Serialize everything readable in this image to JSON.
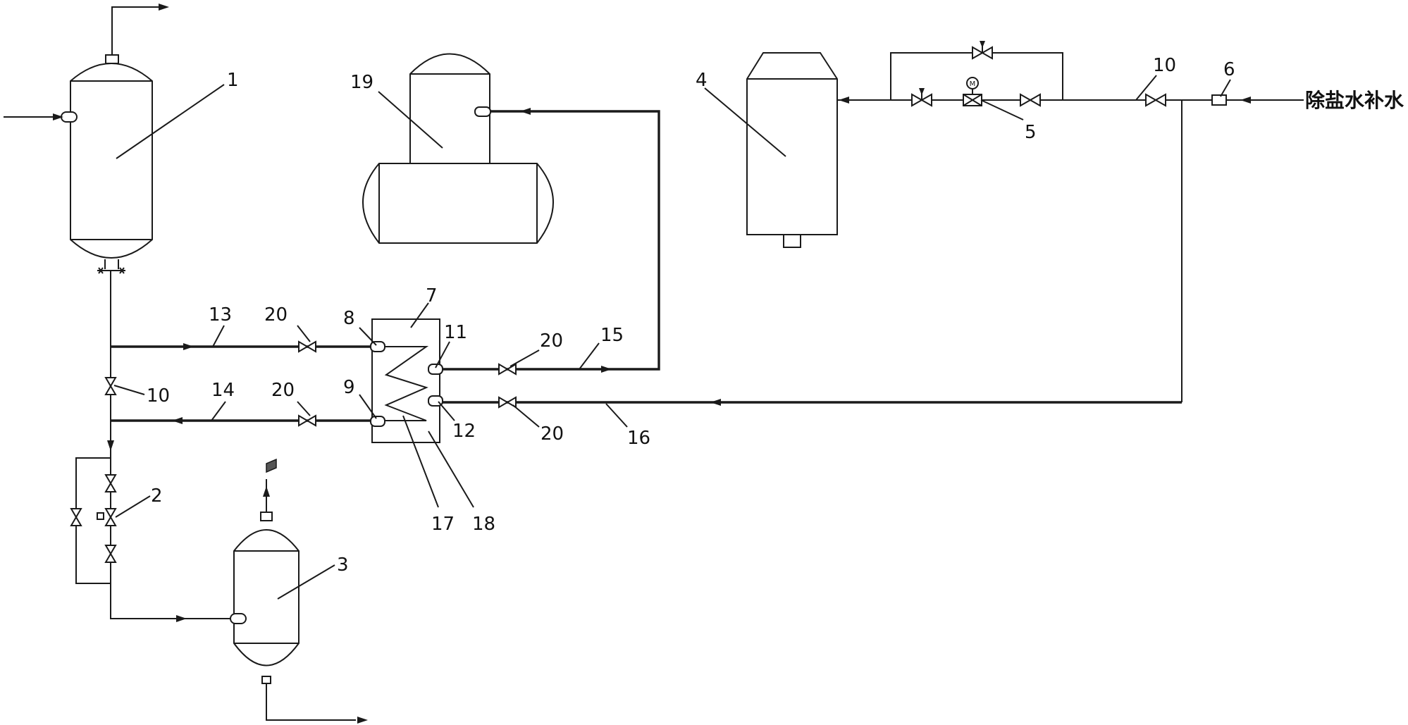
{
  "labels": {
    "n1": "1",
    "n2": "2",
    "n3": "3",
    "n4": "4",
    "n5": "5",
    "n6": "6",
    "n7": "7",
    "n8": "8",
    "n9": "9",
    "n10a": "10",
    "n10b": "10",
    "n11": "11",
    "n12": "12",
    "n13": "13",
    "n14": "14",
    "n15": "15",
    "n16": "16",
    "n17": "17",
    "n18": "18",
    "n19": "19",
    "n20a": "20",
    "n20b": "20",
    "n20c": "20",
    "n20d": "20"
  },
  "inlet_text": "除盐水补水"
}
